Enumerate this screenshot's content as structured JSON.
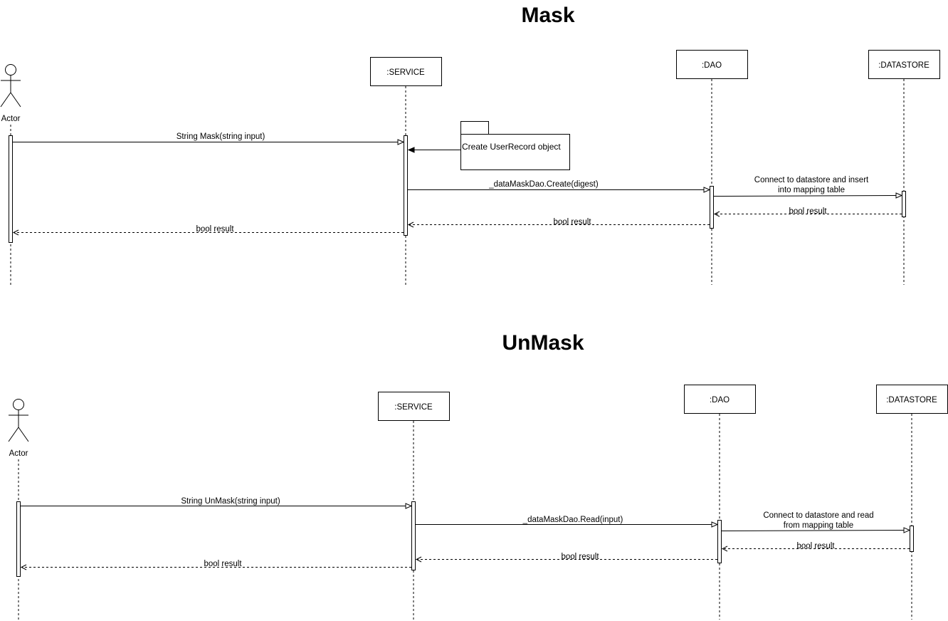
{
  "mask": {
    "title": "Mask",
    "actor_label": "Actor",
    "service_label": ":SERVICE",
    "dao_label": ":DAO",
    "datastore_label": ":DATASTORE",
    "note": "Create UserRecord object",
    "msg_mask": "String Mask(string input)",
    "msg_create": "_dataMaskDao.Create(digest)",
    "msg_connect_line1": "Connect to datastore and insert",
    "msg_connect_line2": "into mapping table",
    "ret_datastore": "bool result",
    "ret_dao": "bool result",
    "ret_service": "bool result"
  },
  "unmask": {
    "title": "UnMask",
    "actor_label": "Actor",
    "service_label": ":SERVICE",
    "dao_label": ":DAO",
    "datastore_label": ":DATASTORE",
    "msg_unmask": "String UnMask(string input)",
    "msg_read": "_dataMaskDao.Read(input)",
    "msg_connect_line1": "Connect to datastore and read",
    "msg_connect_line2": "from mapping table",
    "ret_datastore": "bool result",
    "ret_dao": "bool result",
    "ret_service": "bool result"
  }
}
